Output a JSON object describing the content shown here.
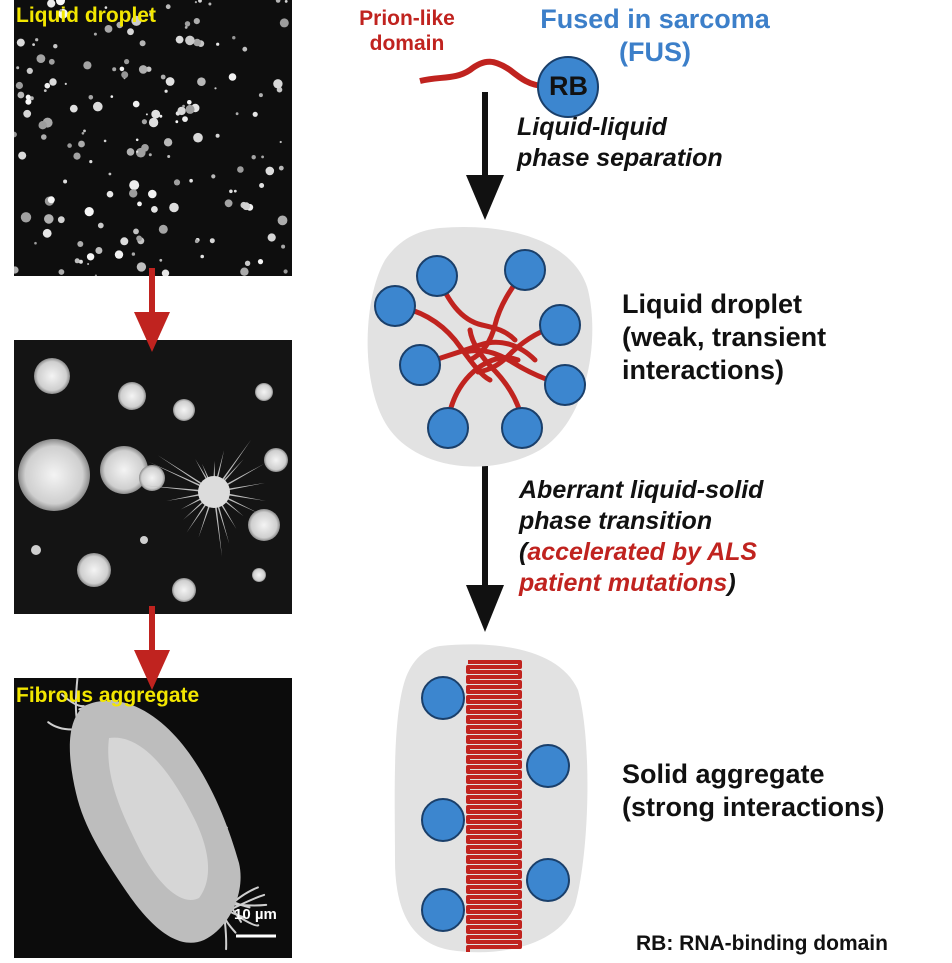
{
  "panels": {
    "top_label": "Liquid droplet",
    "bottom_label": "Fibrous aggregate",
    "scale_bar": "10 µm"
  },
  "schematic": {
    "prion_label": [
      "Prion-like",
      "domain"
    ],
    "fus_label": [
      "Fused in sarcoma",
      "(FUS)"
    ],
    "rb_label": "RB",
    "step1": [
      "Liquid-liquid",
      "phase separation"
    ],
    "step2_line1": "Aberrant liquid-solid",
    "step2_line2": "phase transition",
    "step2_line3_open": "(",
    "step2_line3_red": "accelerated by ALS",
    "step2_line4_red": "patient mutations",
    "step2_line4_close": ")",
    "state1": [
      "Liquid droplet",
      "(weak, transient",
      "interactions)"
    ],
    "state2": [
      "Solid aggregate",
      "(strong interactions)"
    ],
    "legend": "RB: RNA-binding domain"
  },
  "colors": {
    "red": "#c0231f",
    "blue": "#3c7fc9",
    "droplet_gray": "#e2e2e2",
    "label_yellow": "#f2e600"
  }
}
